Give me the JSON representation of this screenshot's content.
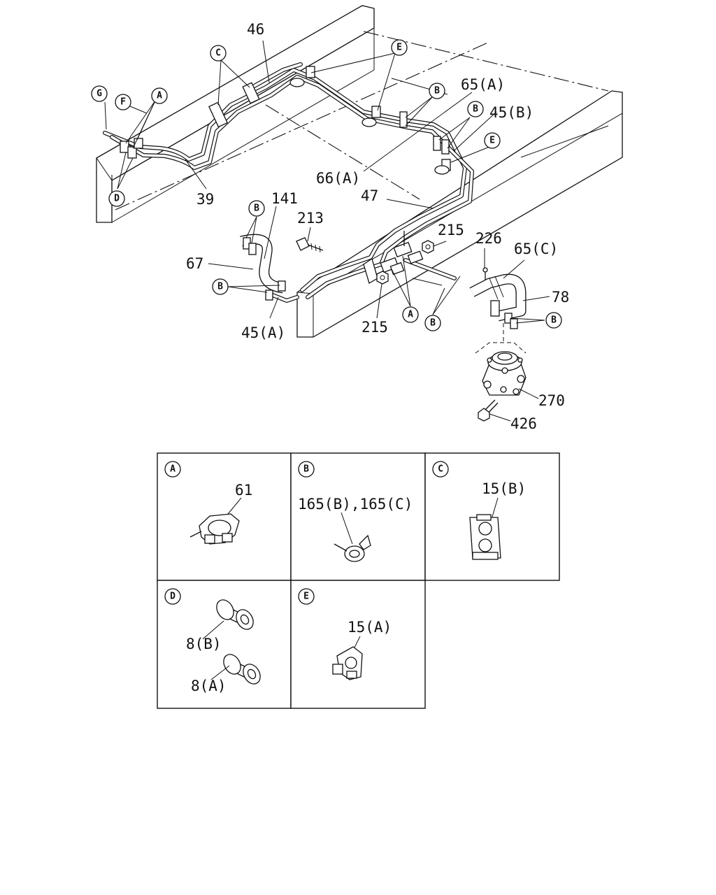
{
  "callouts": {
    "l46": "46",
    "l65a": "65(A)",
    "l45b": "45(B)",
    "l66a": "66(A)",
    "l47": "47",
    "l39": "39",
    "l141": "141",
    "l213": "213",
    "l215a": "215",
    "l215b": "215",
    "l226": "226",
    "l65c": "65(C)",
    "l67": "67",
    "l78": "78",
    "l45a": "45(A)",
    "l270": "270",
    "l426": "426"
  },
  "circle_labels": {
    "G": "G",
    "F": "F",
    "A": "A",
    "C": "C",
    "D": "D",
    "E": "E",
    "B": "B"
  },
  "details": {
    "a": {
      "letter": "A",
      "part": "61"
    },
    "b": {
      "letter": "B",
      "part": "165(B),165(C)"
    },
    "c": {
      "letter": "C",
      "part": "15(B)"
    },
    "d": {
      "letter": "D",
      "part_top": "8(B)",
      "part_bottom": "8(A)"
    },
    "e": {
      "letter": "E",
      "part": "15(A)"
    }
  }
}
